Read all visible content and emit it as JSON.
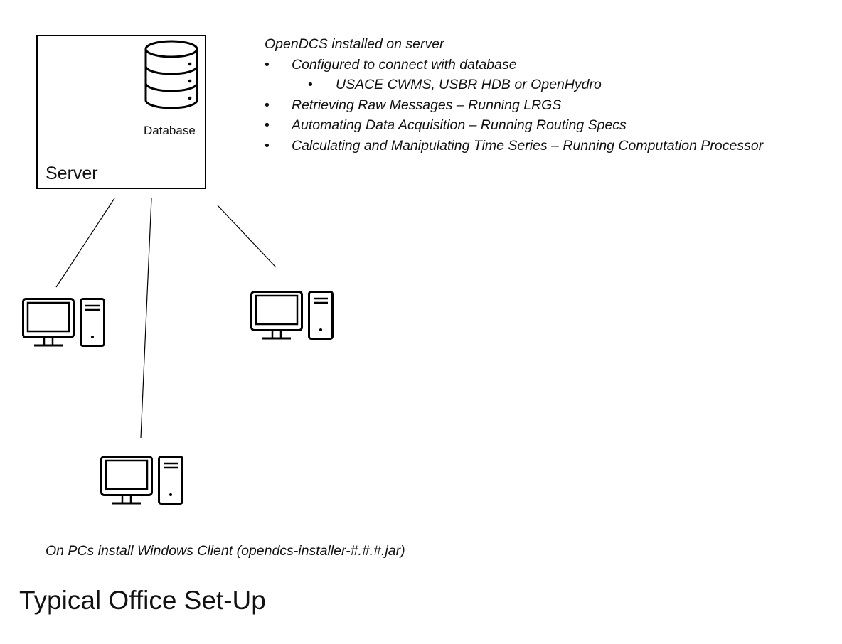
{
  "title": "Typical Office Set-Up",
  "server": {
    "label": "Server",
    "database_label": "Database"
  },
  "notes": {
    "heading": "OpenDCS installed on server",
    "items": [
      {
        "bullet": "•",
        "text": "Configured to connect with database"
      },
      {
        "bullet": "•",
        "text": "USACE CWMS, USBR HDB or OpenHydro"
      },
      {
        "bullet": "•",
        "text": "Retrieving Raw Messages – Running LRGS"
      },
      {
        "bullet": "•",
        "text": "Automating Data Acquisition – Running Routing Specs"
      },
      {
        "bullet": "•",
        "text": "Calculating and Manipulating Time Series – Running Computation Processor"
      }
    ]
  },
  "client_note": "On PCs install Windows Client (opendcs-installer-#.#.#.jar)",
  "icons": {
    "database": "database-icon",
    "pc": "desktop-computer-icon"
  }
}
